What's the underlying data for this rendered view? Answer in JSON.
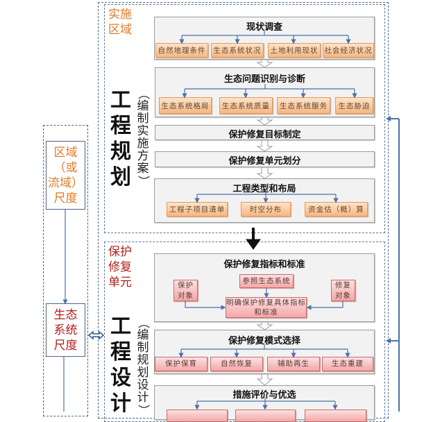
{
  "colors": {
    "orange_text": "#e07b28",
    "red_text": "#b01e1e",
    "connector": "#4a72a8",
    "dash_border": "#4a6585"
  },
  "scales": {
    "regional": "区域（或流域）尺度",
    "regional_lines": [
      "区域",
      "（或",
      "流域）",
      "尺度"
    ],
    "ecosystem": "生态系统尺度",
    "ecosystem_lines": [
      "生态",
      "系统",
      "尺度"
    ]
  },
  "planning_section": {
    "region_label_lines": [
      "实施",
      "区域"
    ],
    "title_chars": [
      "工",
      "程",
      "规",
      "划"
    ],
    "subtitle_chars": [
      "（",
      "编",
      "制",
      "实",
      "施",
      "方",
      "案",
      "）"
    ],
    "steps": [
      {
        "title": "现状调查",
        "items": [
          "自然地理条件",
          "生态系统状况",
          "土地利用现状",
          "社会经济状况"
        ]
      },
      {
        "title": "生态问题识别与诊断",
        "items": [
          "生态系统格局",
          "生态系统质量",
          "生态系统服务",
          "生态胁迫"
        ]
      },
      {
        "title": "保护修复目标制定",
        "items": []
      },
      {
        "title": "保护修复单元划分",
        "items": []
      },
      {
        "title": "工程类型和布局",
        "items": [
          "工程子项目清单",
          "时空分布",
          "资金估（概）算"
        ]
      }
    ]
  },
  "design_section": {
    "region_label_lines": [
      "保护",
      "修复",
      "单元"
    ],
    "title_chars": [
      "工",
      "程",
      "设",
      "计"
    ],
    "subtitle_chars": [
      "（",
      "编",
      "制",
      "规",
      "划",
      "设",
      "计",
      "）"
    ],
    "indicators": {
      "title": "保护修复指标和标准",
      "reference": "参照生态系统",
      "protect_target_lines": [
        "保护",
        "对象"
      ],
      "restore_target_lines": [
        "修复",
        "对象"
      ],
      "result_lines": [
        "明确保护修复具体指标",
        "和标准"
      ]
    },
    "mode": {
      "title": "保护修复模式选择",
      "items": [
        "保护保育",
        "自然恢复",
        "辅助再生",
        "生态重建"
      ]
    },
    "measures": {
      "title": "措施评价与优选",
      "items": [
        "",
        "",
        ""
      ]
    }
  }
}
